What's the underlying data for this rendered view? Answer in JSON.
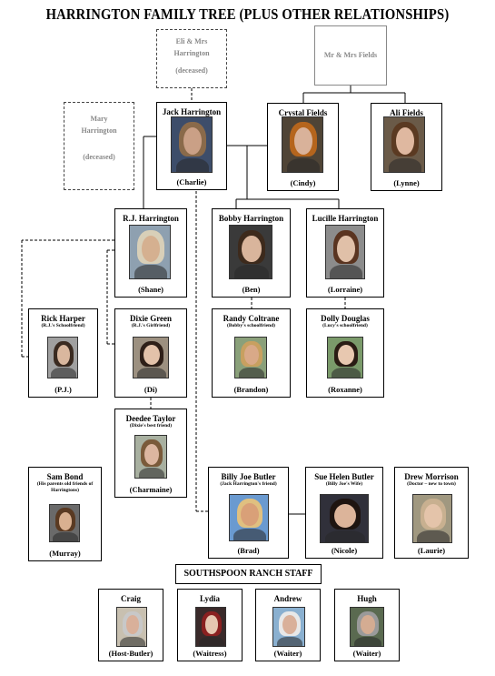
{
  "title": "HARRINGTON FAMILY TREE (PLUS OTHER RELATIONSHIPS)",
  "eli": {
    "name": "Eli & Mrs Harrington",
    "note": "(deceased)"
  },
  "fields": {
    "name": "Mr & Mrs Fields"
  },
  "mary": {
    "name": "Mary Harrington",
    "note": "(deceased)"
  },
  "people": {
    "jack": {
      "name": "Jack Harrington",
      "nick": "(Charlie)"
    },
    "crystal": {
      "name": "Crystal Fields",
      "nick": "(Cindy)"
    },
    "ali": {
      "name": "Ali Fields",
      "nick": "(Lynne)"
    },
    "rj": {
      "name": "R.J. Harrington",
      "nick": "(Shane)"
    },
    "bobby": {
      "name": "Bobby Harrington",
      "nick": "(Ben)"
    },
    "lucille": {
      "name": "Lucille Harrington",
      "nick": "(Lorraine)"
    },
    "rick": {
      "name": "Rick Harper",
      "sub": "(R.J.'s Schoolfriend)",
      "nick": "(P.J.)"
    },
    "dixie": {
      "name": "Dixie Green",
      "sub": "(R.J.'s Girlfriend)",
      "nick": "(Di)"
    },
    "randy": {
      "name": "Randy Coltrane",
      "sub": "(Bobby's schoolfriend)",
      "nick": "(Brandon)"
    },
    "dolly": {
      "name": "Dolly Douglas",
      "sub": "(Lucy's schoolfriend)",
      "nick": "(Roxanne)"
    },
    "deedee": {
      "name": "Deedee Taylor",
      "sub": "(Dixie's best friend)",
      "nick": "(Charmaine)"
    },
    "sam": {
      "name": "Sam Bond",
      "sub": "(His parents old friends of Harringtons)",
      "nick": "(Murray)"
    },
    "billyjoe": {
      "name": "Billy Joe Butler",
      "sub": "(Jack Harrington's friend)",
      "nick": "(Brad)"
    },
    "suehelen": {
      "name": "Sue Helen Butler",
      "sub": "(Billy Joe's Wife)",
      "nick": "(Nicole)"
    },
    "drew": {
      "name": "Drew Morrison",
      "sub": "(Doctor – new to town)",
      "nick": "(Laurie)"
    },
    "craig": {
      "name": "Craig",
      "nick": "(Host-Butler)"
    },
    "lydia": {
      "name": "Lydia",
      "nick": "(Waitress)"
    },
    "andrew": {
      "name": "Andrew",
      "nick": "(Waiter)"
    },
    "hugh": {
      "name": "Hugh",
      "nick": "(Waiter)"
    }
  },
  "staff_banner": "SOUTHSPOON RANCH STAFF"
}
